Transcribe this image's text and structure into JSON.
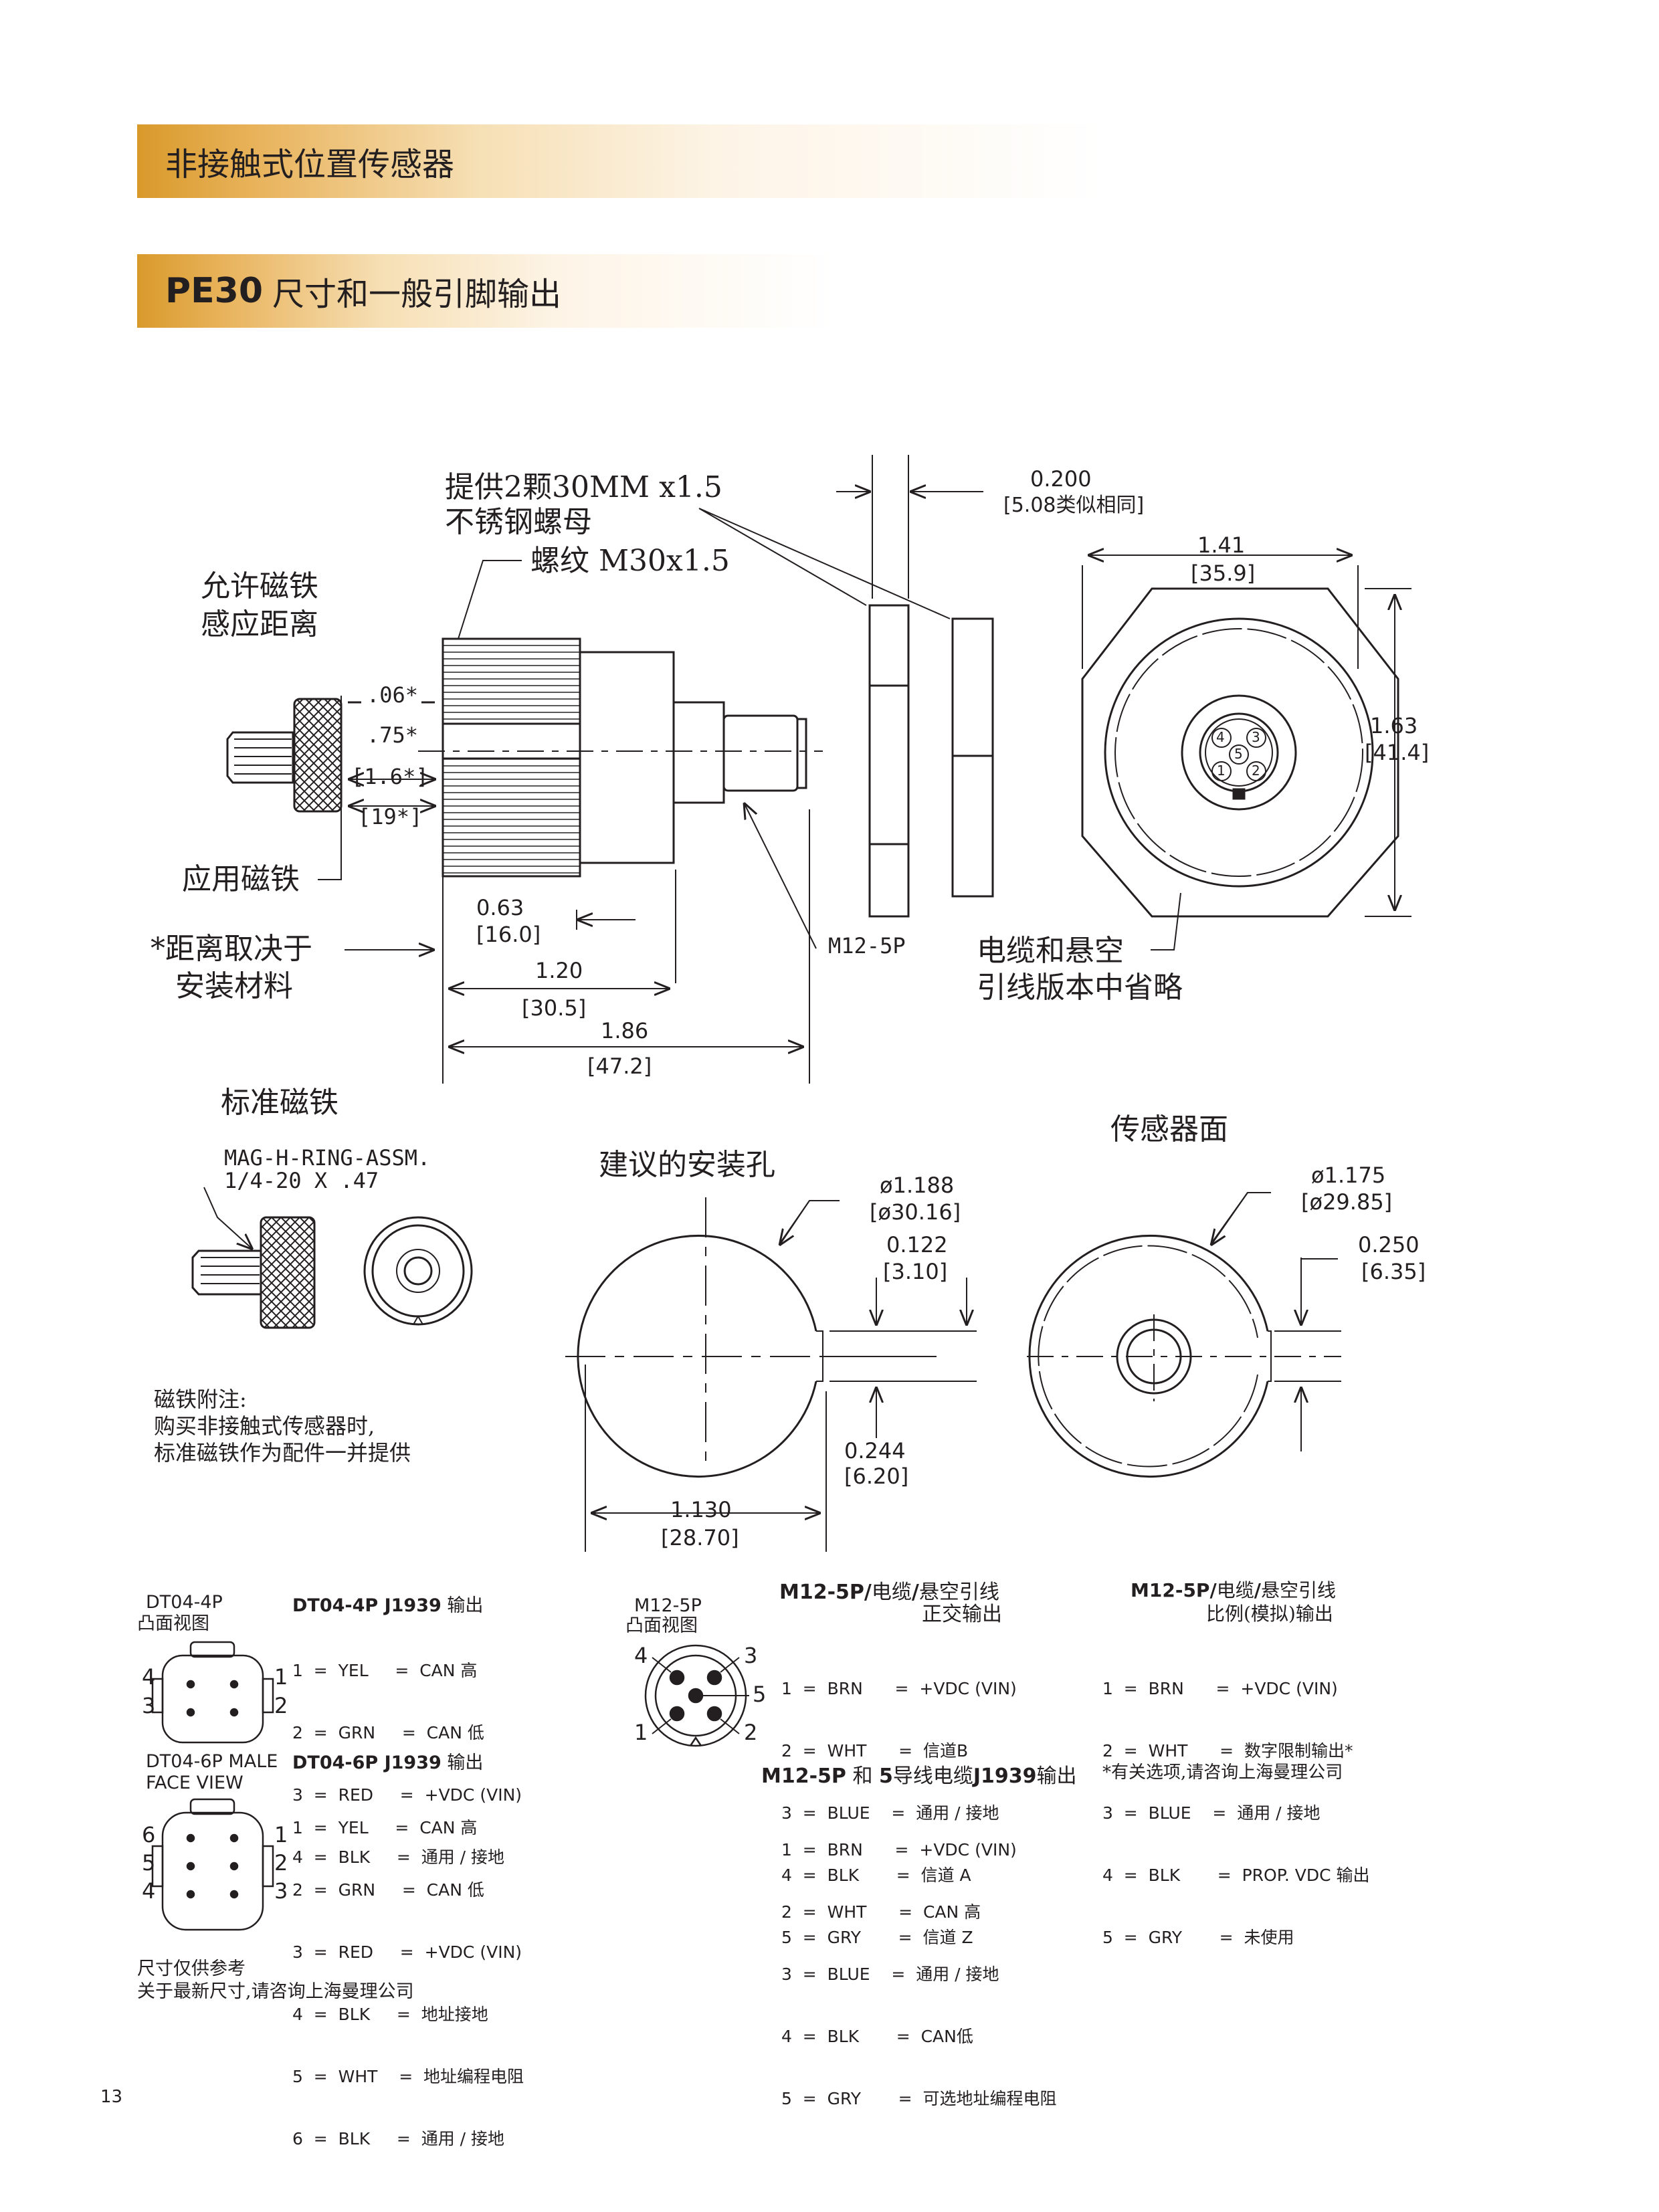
{
  "header": {
    "category_title": "非接触式位置传感器",
    "section_model": "PE30",
    "section_title": "尺寸和一般引脚输出"
  },
  "drawing": {
    "nut_note_line1": "提供2颗30MM x1.5",
    "nut_note_line2": "不锈钢螺母",
    "thread_label": "螺纹 M30x1.5",
    "magnet_sense_line1": "允许磁铁",
    "magnet_sense_line2": "感应距离",
    "gap_in_1": ".06*",
    "gap_in_2": ".75*",
    "gap_mm_1": "[1.6*]",
    "gap_mm_2": "[19*]",
    "applied_magnet": "应用磁铁",
    "distance_note_line1": "*距离取决于",
    "distance_note_line2": "安装材料",
    "dim_063": "0.63",
    "dim_063_mm": "[16.0]",
    "dim_120": "1.20",
    "dim_120_mm": "[30.5]",
    "dim_186": "1.86",
    "dim_186_mm": "[47.2]",
    "connector_label": "M12-5P",
    "dim_0200": "0.200",
    "dim_0200_mm": "[5.08类似相同]",
    "dim_141": "1.41",
    "dim_141_mm": "[35.9]",
    "dim_163": "1.63",
    "dim_163_mm": "[41.4]",
    "cable_note_line1": "电缆和悬空",
    "cable_note_line2": "引线版本中省略",
    "pins": [
      "4",
      "3",
      "5",
      "1",
      "2"
    ],
    "std_magnet_title": "标准磁铁",
    "magnet_part_line1": "MAG-H-RING-ASSM.",
    "magnet_part_line2": "1/4-20 X .47",
    "magnet_note_line1": "磁铁附注:",
    "magnet_note_line2": "购买非接触式传感器时,",
    "magnet_note_line3": "标准磁铁作为配件一并提供",
    "mount_hole_title": "建议的安装孔",
    "dia_1188": "ø1.188",
    "dia_1188_mm": "[ø30.16]",
    "dim_0122": "0.122",
    "dim_0122_mm": "[3.10]",
    "dim_0244": "0.244",
    "dim_0244_mm": "[6.20]",
    "dim_1130": "1.130",
    "dim_1130_mm": "[28.70]",
    "sensor_face_title": "传感器面",
    "dia_1175": "ø1.175",
    "dia_1175_mm": "[ø29.85]",
    "dim_0250": "0.250",
    "dim_0250_mm": "[6.35]"
  },
  "pinouts": {
    "dt04_4p": {
      "view_label_1": "DT04-4P",
      "view_label_2": "凸面视图",
      "title": "DT04-4P J1939",
      "title_suffix": "输出",
      "side_left": [
        "4",
        "3"
      ],
      "side_right": [
        "1",
        "2"
      ],
      "rows": [
        "1  =  YEL     =  CAN 高",
        "2  =  GRN     =  CAN 低",
        "3  =  RED     =  +VDC (VIN)",
        "4  =  BLK     =  通用 / 接地"
      ]
    },
    "dt04_6p": {
      "view_label_1": "DT04-6P MALE",
      "view_label_2": "FACE VIEW",
      "title": "DT04-6P J1939",
      "title_suffix": "输出",
      "side_left": [
        "6",
        "5",
        "4"
      ],
      "side_right": [
        "1",
        "2",
        "3"
      ],
      "rows": [
        "1  =  YEL     =  CAN 高",
        "2  =  GRN     =  CAN 低",
        "3  =  RED     =  +VDC (VIN)",
        "4  =  BLK     =  地址接地",
        "5  =  WHT    =  地址编程电阻",
        "6  =  BLK     =  通用 / 接地"
      ]
    },
    "m12_view": {
      "label_1": "M12-5P",
      "label_2": "凸面视图",
      "pins": [
        "4",
        "3",
        "5",
        "1",
        "2"
      ]
    },
    "m12_quadrature": {
      "title_1": "M12-5P/",
      "title_2": "电缆",
      "title_3": "/",
      "title_4": "悬空引线",
      "subtitle": "正交输出",
      "rows": [
        "1  =  BRN      =  +VDC (VIN)",
        "2  =  WHT      =  信道B",
        "3  =  BLUE    =  通用 / 接地",
        "4  =  BLK       =  信道 A",
        "5  =  GRY       =  信道 Z"
      ]
    },
    "m12_j1939": {
      "title_1": "M12-5P",
      "title_2": "和",
      "title_3": "5",
      "title_4": "导线电缆",
      "title_5": "J1939",
      "title_6": "输出",
      "rows": [
        "1  =  BRN      =  +VDC (VIN)",
        "2  =  WHT      =  CAN 高",
        "3  =  BLUE    =  通用 / 接地",
        "4  =  BLK       =  CAN低",
        "5  =  GRY       =  可选地址编程电阻"
      ]
    },
    "m12_analog": {
      "title_1": "M12-5P/",
      "title_2": "电缆",
      "title_3": "/",
      "title_4": "悬空引线",
      "subtitle": "比例(模拟)输出",
      "rows": [
        "1  =  BRN      =  +VDC (VIN)",
        "2  =  WHT      =  数字限制输出*",
        "3  =  BLUE    =  通用 / 接地",
        "4  =  BLK       =  PROP. VDC 输出",
        "5  =  GRY       =  未使用"
      ],
      "footnote": "*有关选项,请咨询上海曼理公司"
    }
  },
  "footer": {
    "ref_line1": "尺寸仅供参考",
    "ref_line2": "关于最新尺寸,请咨询上海曼理公司",
    "page_number": "13"
  }
}
